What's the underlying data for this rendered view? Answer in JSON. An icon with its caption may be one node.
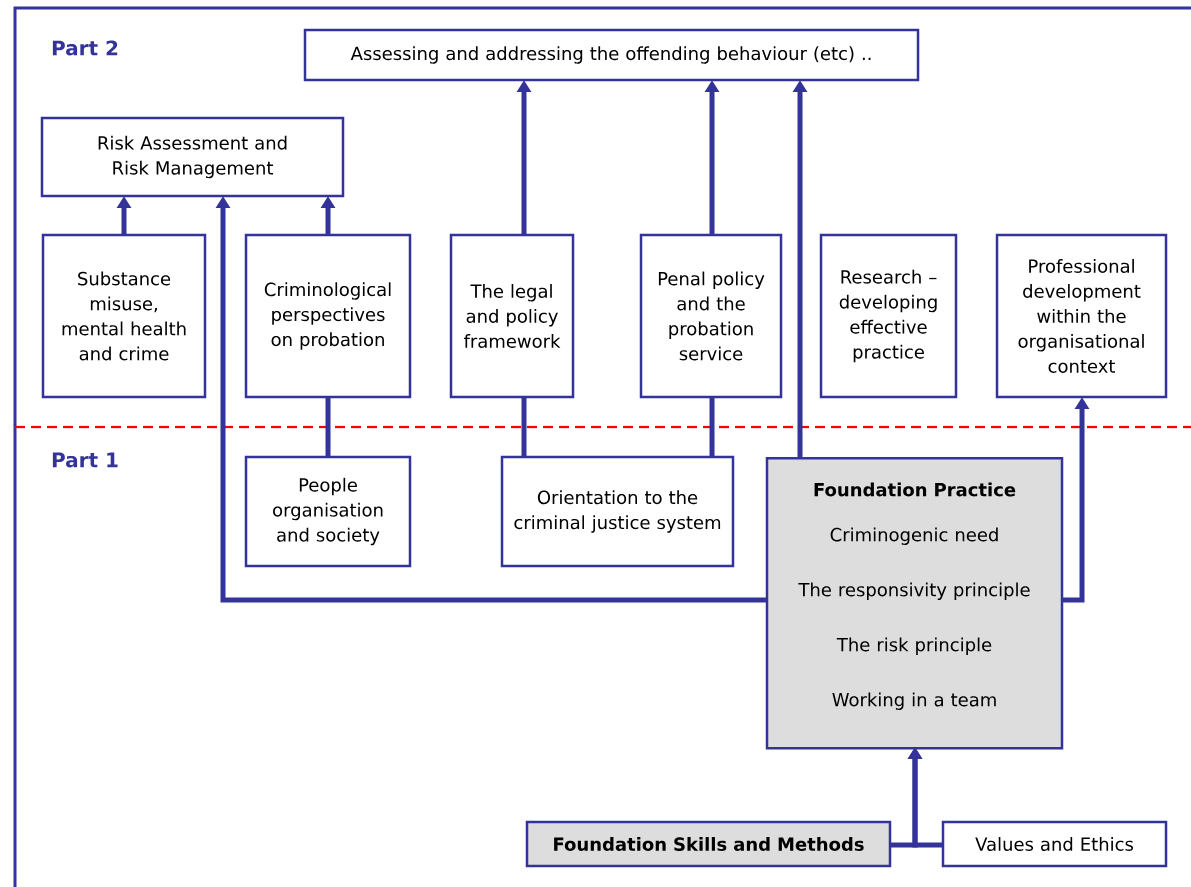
{
  "diagram": {
    "nodes": [
      {
        "text": [
          "Assessing and addressing the offending behaviour (etc) .."
        ]
      },
      {
        "text": [
          "Risk Assessment and Risk Management"
        ]
      },
      {
        "text": [
          "Substance misuse, mental health and crime"
        ]
      },
      {
        "text": [
          "Criminological perspectives on probation"
        ]
      },
      {
        "text": [
          "The legal and policy framework"
        ]
      },
      {
        "text": [
          "Penal policy and the probation service"
        ]
      },
      {
        "text": [
          "Research – developing effective practice"
        ]
      },
      {
        "text": [
          "Professional development within the organisational context"
        ]
      },
      {
        "text": [
          "People organisation and society"
        ]
      },
      {
        "text": [
          "Orientation to the criminal justice system"
        ]
      },
      {
        "text": [
          "Foundation Practice",
          "Criminogenic need",
          "The responsivity principle",
          "The risk principle",
          "Working in a team"
        ]
      },
      {
        "text": [
          "Foundation Skills and Methods"
        ]
      },
      {
        "text": [
          "Values and Ethics"
        ]
      }
    ],
    "edges": [
      {
        "from": 2,
        "to": 1,
        "arrow": "to"
      },
      {
        "from": 3,
        "to": 1,
        "arrow": "to"
      },
      {
        "from": 8,
        "to": 3,
        "arrow": "none"
      },
      {
        "from": 9,
        "to": 4,
        "arrow": "none"
      },
      {
        "from": 9,
        "to": 5,
        "arrow": "none"
      },
      {
        "from": 4,
        "to": 0,
        "arrow": "to"
      },
      {
        "from": 5,
        "to": 0,
        "arrow": "to"
      },
      {
        "from": 10,
        "to": 0,
        "arrow": "to"
      },
      {
        "from": 10,
        "to": 1,
        "arrow": "to"
      },
      {
        "from": 10,
        "to": 7,
        "arrow": "to"
      },
      {
        "from": 11,
        "to": 10,
        "arrow": "to"
      },
      {
        "from": 12,
        "to": 10,
        "arrow": "to"
      }
    ],
    "labels": [
      "Part 2",
      "Part 1"
    ]
  }
}
